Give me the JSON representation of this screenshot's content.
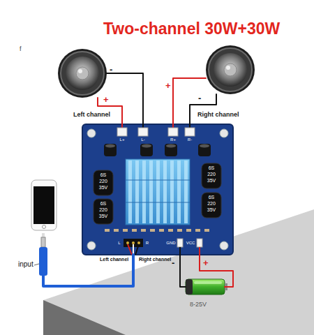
{
  "diagram": {
    "title": "Two-channel 30W+30W",
    "nodes": [
      {
        "text": [
          "Left channel"
        ]
      },
      {
        "text": [
          "Right channel"
        ]
      },
      {
        "text": [
          "L+",
          "L-",
          "R+",
          "R-",
          "L",
          "R",
          "GND",
          "VCC"
        ]
      },
      {
        "text": [
          "input"
        ]
      },
      {
        "text": [
          "8-25V"
        ]
      }
    ],
    "edges": [
      {
        "from": 2,
        "to": 0,
        "label": "-",
        "arrow": "none"
      },
      {
        "from": 2,
        "to": 0,
        "label": "+",
        "arrow": "none"
      },
      {
        "from": 2,
        "to": 1,
        "label": "+",
        "arrow": "none"
      },
      {
        "from": 2,
        "to": 1,
        "label": "-",
        "arrow": "none"
      },
      {
        "from": 3,
        "to": 2,
        "arrow": "none"
      },
      {
        "from": 2,
        "to": 4,
        "label": "-",
        "arrow": "none"
      },
      {
        "from": 2,
        "to": 4,
        "label": "+",
        "arrow": "none"
      }
    ],
    "labels": [
      "f",
      "6S",
      "220",
      "35V",
      "6S",
      "220",
      "35V",
      "6S",
      "220",
      "35V",
      "6S",
      "220",
      "35V",
      "Left channel",
      "Right channel"
    ]
  }
}
